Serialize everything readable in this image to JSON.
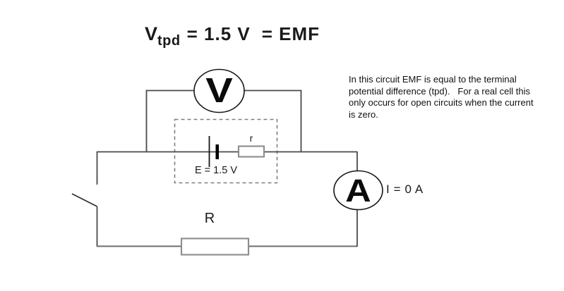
{
  "title": {
    "base": "V",
    "subscript": "tpd",
    "value_part": "= 1.5 V",
    "emf_part": "= EMF"
  },
  "annotation": "In this circuit EMF is equal to the terminal\npotential difference (tpd).   For a real cell this\nonly occurs for open circuits when the current\nis zero.",
  "circuit": {
    "voltmeter_symbol": "V",
    "ammeter_symbol": "A",
    "current_reading": "I = 0 A",
    "cell_emf_label": "E = 1.5 V",
    "internal_resistance_label": "r",
    "load_resistor_label": "R",
    "switch_state": "open"
  },
  "colors": {
    "background": "#ffffff",
    "wire": "#4a4a4a",
    "component_outline": "#161616",
    "resistor_box_stroke": "#8c8c8c",
    "dashed_boundary": "#7f7f7f",
    "text": "#1a1a1a"
  }
}
